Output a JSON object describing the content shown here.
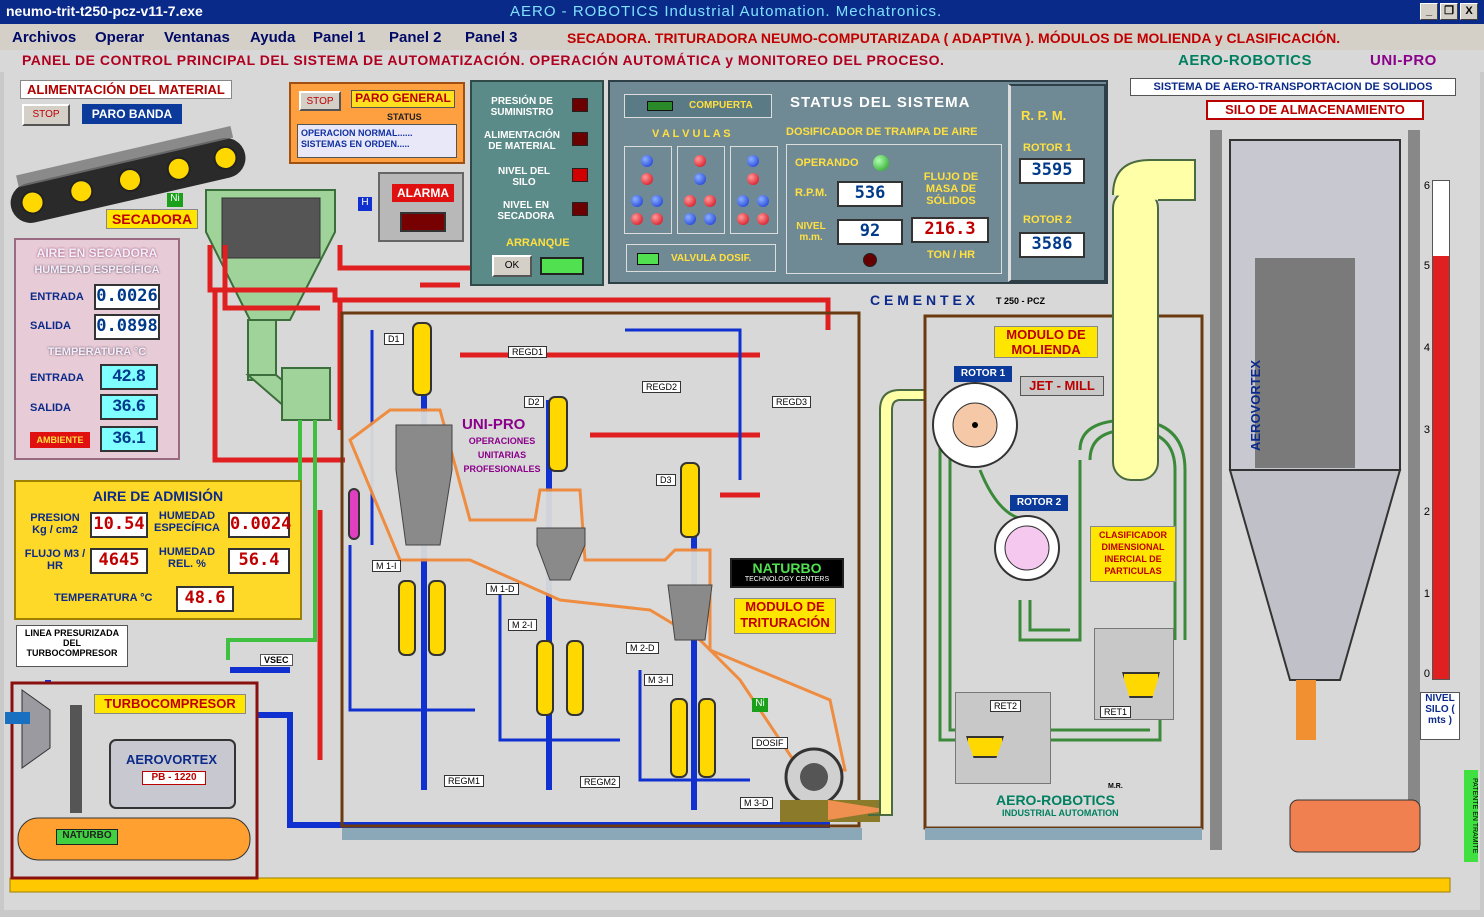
{
  "window": {
    "filename": "neumo-trit-t250-pcz-v11-7.exe",
    "banner": "AERO - ROBOTICS  Industrial  Automation.  Mechatronics.",
    "min_btn": "_",
    "max_btn": "❐",
    "close_btn": "X"
  },
  "menu": {
    "items": [
      "Archivos",
      "Operar",
      "Ventanas",
      "Ayuda",
      "Panel 1",
      "Panel 2",
      "Panel 3"
    ],
    "title": "SECADORA.  TRITURADORA NEUMO-COMPUTARIZADA ( ADAPTIVA ).  MÓDULOS DE MOLIENDA y CLASIFICACIÓN."
  },
  "subtitle": {
    "main": "PANEL DE CONTROL PRINCIPAL DEL SISTEMA DE AUTOMATIZACIÓN.   OPERACIÓN AUTOMÁTICA y MONITOREO DEL PROCESO.",
    "brand1": "AERO-ROBOTICS",
    "brand2": "UNI-PRO"
  },
  "feed": {
    "title": "ALIMENTACIÓN DEL MATERIAL",
    "stop": "STOP",
    "paro_banda": "PARO BANDA",
    "secadora": "SECADORA",
    "ni": "Ni",
    "h": "H"
  },
  "status_box": {
    "stop": "STOP",
    "paro_general": "PARO GENERAL",
    "status_label": "STATUS",
    "line1": "OPERACION NORMAL......",
    "line2": "SISTEMAS EN ORDEN....."
  },
  "alarm": {
    "label": "ALARMA"
  },
  "indicators": {
    "items": [
      "PRESIÓN DE SUMINISTRO",
      "ALIMENTACIÓN DE MATERIAL",
      "NIVEL DEL SILO",
      "NIVEL EN SECADORA"
    ],
    "arranque": "ARRANQUE",
    "ok": "OK"
  },
  "system_status": {
    "compuerta": "COMPUERTA",
    "title": "STATUS  DEL  SISTEMA",
    "valvulas": "V A L V U L A S",
    "dosificador": "DOSIFICADOR DE TRAMPA DE AIRE",
    "operando": "OPERANDO",
    "rpm_label": "R.P.M.",
    "rpm_value": "536",
    "flujo_label": "FLUJO DE MASA DE SÓLIDOS",
    "nivel_label": "NIVEL m.m.",
    "nivel_value": "92",
    "flujo_value": "216.3",
    "flujo_unit": "TON / HR",
    "valvula_dosif": "VALVULA  DOSIF."
  },
  "rpm_panel": {
    "title": "R. P. M.",
    "rotor1_label": "ROTOR 1",
    "rotor1_value": "3595",
    "rotor2_label": "ROTOR 2",
    "rotor2_value": "3586"
  },
  "silo": {
    "transport_title": "SISTEMA DE AERO-TRANSPORTACION DE SOLIDOS",
    "silo_title": "SILO DE ALMACENAMIENTO",
    "aerovortex": "AEROVORTEX",
    "nivel": "NIVEL SILO ( mts )",
    "scale": [
      "6",
      "5",
      "4",
      "3",
      "2",
      "1",
      "0"
    ],
    "level_value": 5.1,
    "patent": "PATENTE EN TRAMITE"
  },
  "dryer_air": {
    "title": "AIRE EN SECADORA",
    "humedad": "HUMEDAD ESPECÍFICA",
    "entrada": "ENTRADA",
    "entrada_val": "0.0026",
    "salida": "SALIDA",
    "salida_val": "0.0898",
    "temperatura": "TEMPERATURA  °C",
    "t_entrada": "42.8",
    "t_salida": "36.6",
    "ambiente": "AMBIENTE",
    "t_ambiente": "36.1"
  },
  "intake_air": {
    "title": "AIRE DE ADMISIÓN",
    "presion": "PRESION Kg / cm2",
    "presion_val": "10.54",
    "humedad_esp": "HUMEDAD ESPECÍFICA",
    "humedad_esp_val": "0.0024",
    "flujo": "FLUJO M3 / HR",
    "flujo_val": "4645",
    "humedad_rel": "HUMEDAD REL.  %",
    "humedad_rel_val": "56.4",
    "temperatura": "TEMPERATURA  °C",
    "temperatura_val": "48.6"
  },
  "compressor": {
    "line": "LINEA PRESURIZADA DEL TURBOCOMPRESOR",
    "title": "TURBOCOMPRESOR",
    "aerovortex": "AEROVORTEX",
    "model": "PB - 1220",
    "naturbo": "NATURBO",
    "vsec": "VSEC"
  },
  "crusher": {
    "cementex": "C E M E N T E X",
    "model": "T 250 - PCZ",
    "unipro": "UNI-PRO",
    "unipro_sub": "OPERACIONES UNITARIAS PROFESIONALES",
    "naturbo": "NATURBO",
    "naturbo_sub": "TECHNOLOGY CENTERS",
    "modulo": "MODULO DE TRITURACIÓN",
    "tags": [
      "D1",
      "D2",
      "D3",
      "REGD1",
      "REGD2",
      "REGD3",
      "M 1-I",
      "M 1-D",
      "M 2-I",
      "M 2-D",
      "M 3-I",
      "M 3-D",
      "REGM1",
      "REGM2",
      "DOSIF",
      "Ni"
    ]
  },
  "milling": {
    "title": "MODULO DE MOLIENDA",
    "rotor1": "ROTOR 1",
    "jetmill": "JET - MILL",
    "rotor2": "ROTOR 2",
    "classifier": "CLASIFICADOR DIMENSIONAL INERCIAL DE PARTICULAS",
    "ret1": "RET1",
    "ret2": "RET2",
    "brand": "AERO-ROBOTICS",
    "brand_sub": "INDUSTRIAL AUTOMATION",
    "mr": "M.R."
  }
}
